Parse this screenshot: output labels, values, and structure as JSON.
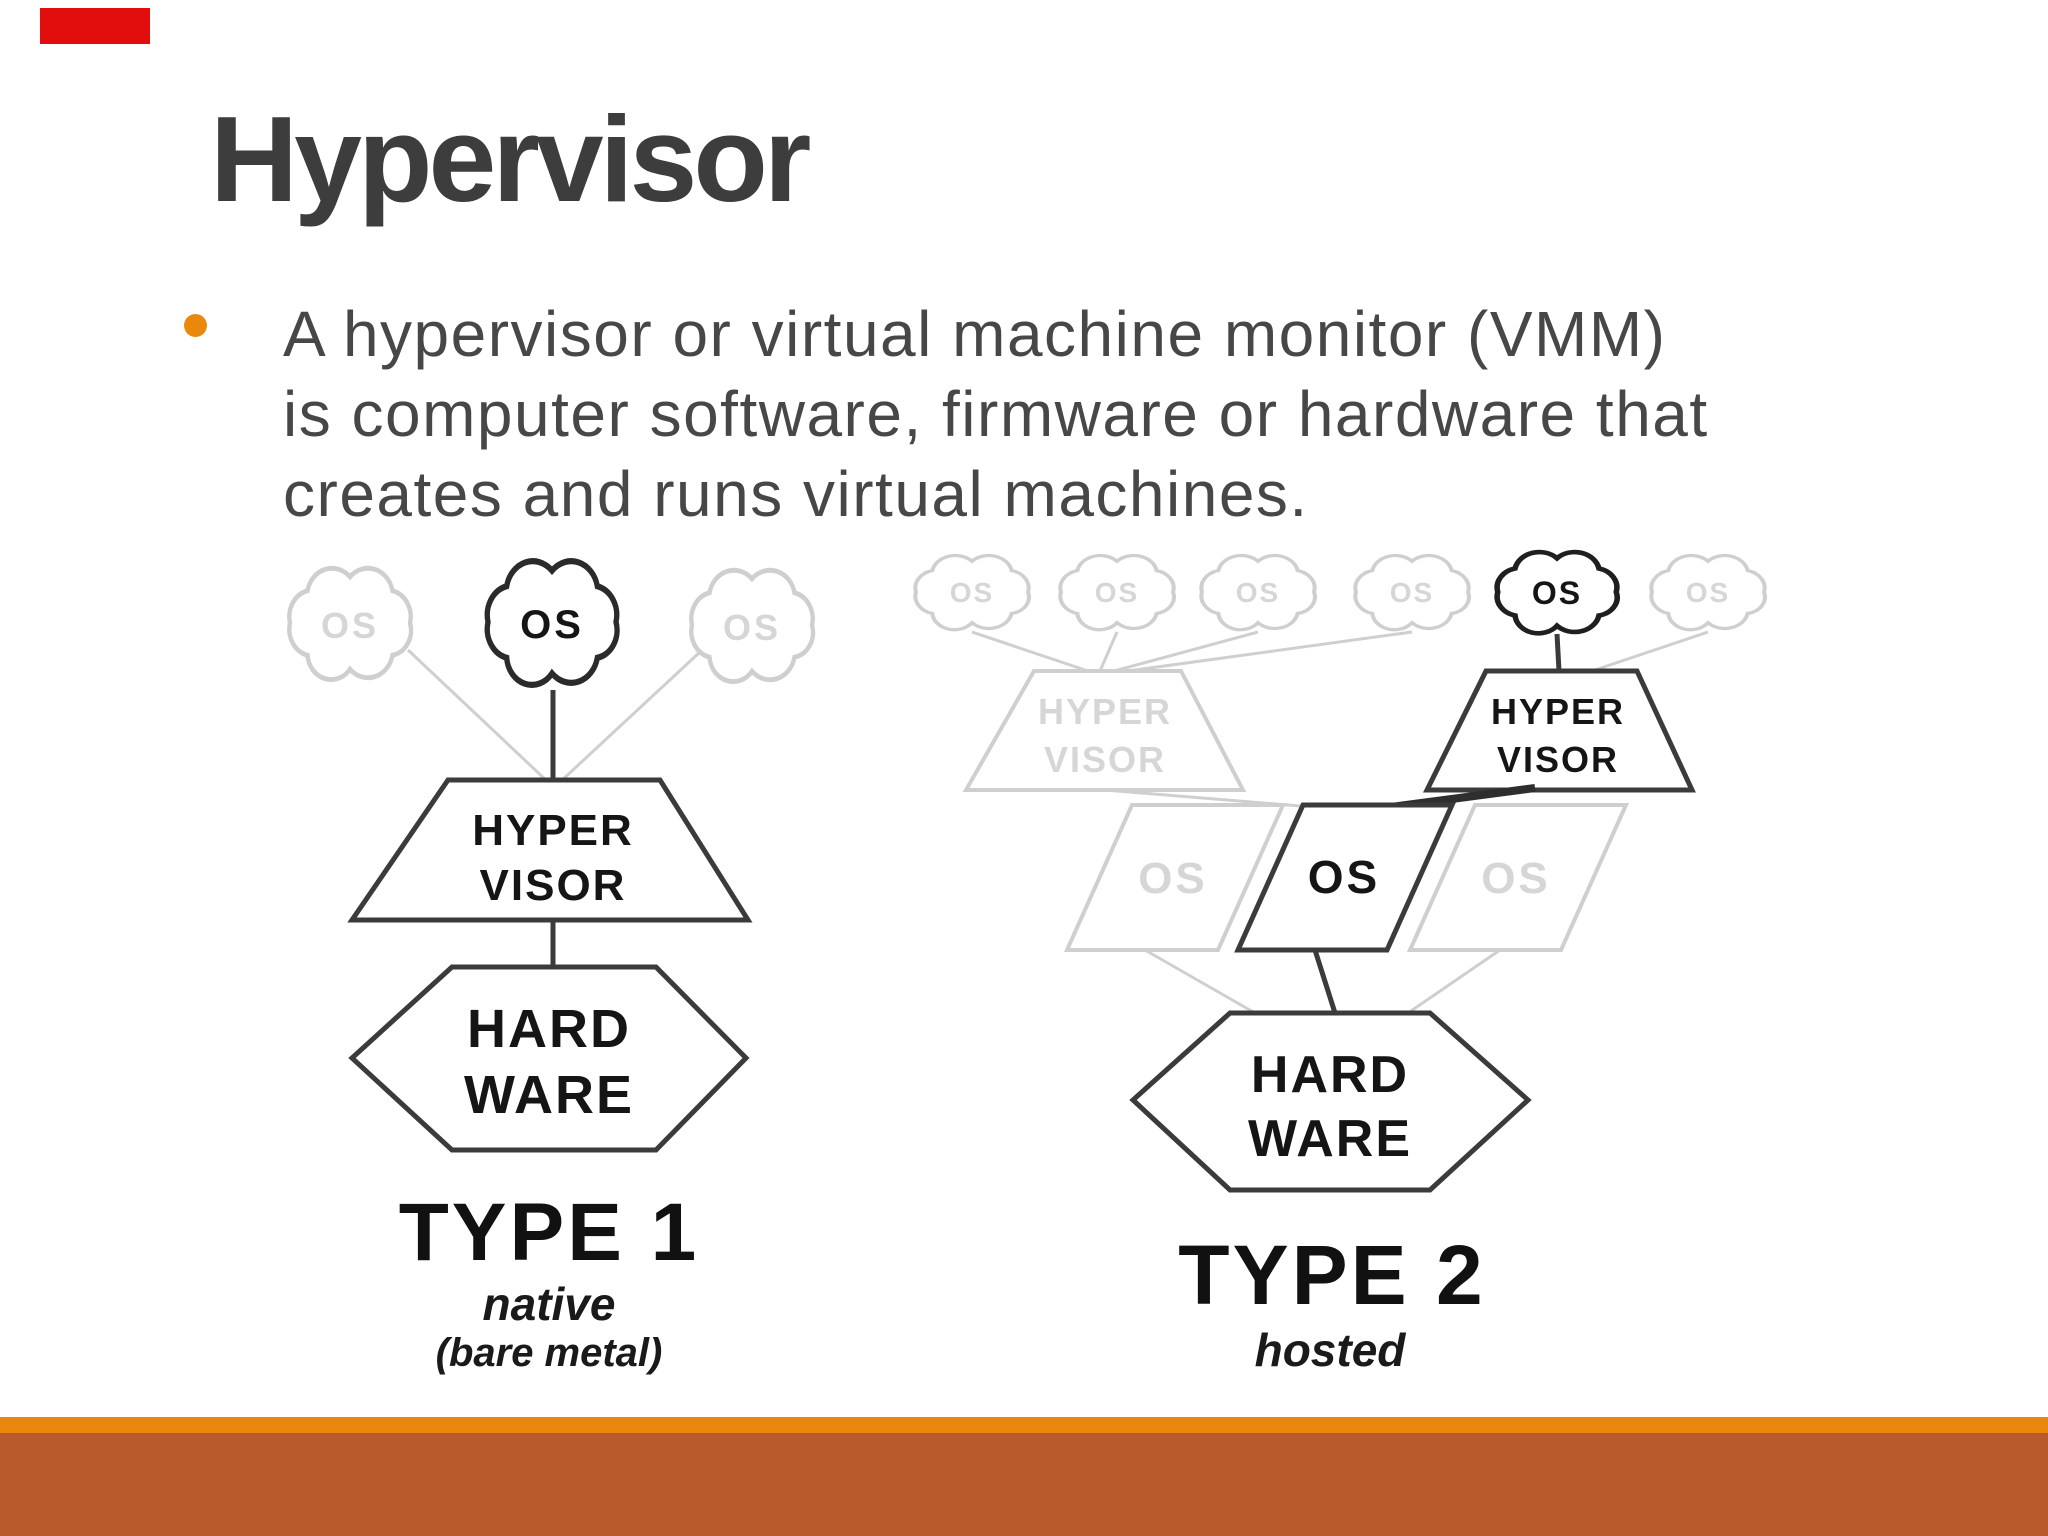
{
  "slide": {
    "title": "Hypervisor",
    "bullet": {
      "lines": [
        "A hypervisor or virtual machine monitor (VMM)",
        "is computer software, firmware or hardware that",
        "creates and runs virtual machines."
      ]
    }
  },
  "diagram": {
    "os": "OS",
    "hyper": "HYPER",
    "visor": "VISOR",
    "hard": "HARD",
    "ware": "WARE",
    "type1": {
      "label": "TYPE 1",
      "sub1": "native",
      "sub2": "(bare metal)"
    },
    "type2": {
      "label": "TYPE 2",
      "sub1": "hosted"
    }
  },
  "colors": {
    "bullet_orange": "#E8890C",
    "band_orange": "#E8860D",
    "band_rust": "#B85A2B",
    "marker_red": "#E20D0D",
    "text_gray": "#474747",
    "faded_gray": "#CFCFCF",
    "solid_dark": "#3B3B3B"
  }
}
